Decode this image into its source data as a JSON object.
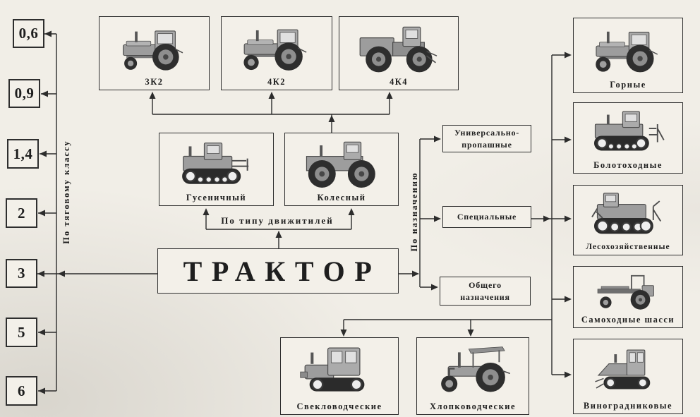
{
  "diagram": {
    "title": "ТРАКТОР",
    "traction_class": {
      "axis_label": "По тяговому классу",
      "classes": [
        "0,6",
        "0,9",
        "1,4",
        "2",
        "3",
        "5",
        "6"
      ]
    },
    "wheel_formulas": [
      {
        "label": "3К2",
        "icon": "tractor-3k2-icon"
      },
      {
        "label": "4К2",
        "icon": "tractor-4k2-icon"
      },
      {
        "label": "4К4",
        "icon": "tractor-4k4-icon"
      }
    ],
    "propulsion": {
      "bracket_label": "По типу движитилей",
      "items": [
        {
          "label": "Гусеничный",
          "icon": "crawler-tractor-icon"
        },
        {
          "label": "Колесный",
          "icon": "wheeled-4wd-tractor-icon"
        }
      ]
    },
    "purpose": {
      "axis_label": "По назначению",
      "items": [
        {
          "line1": "Универсально-",
          "line2": "пропашные"
        },
        {
          "line1": "Специальные",
          "line2": ""
        },
        {
          "line1": "Общего",
          "line2": "назначения"
        }
      ]
    },
    "special_types": [
      {
        "label": "Горные",
        "icon": "mountain-tractor-icon"
      },
      {
        "label": "Болотоходные",
        "icon": "swamp-crawler-icon"
      },
      {
        "label": "Лесохозяйственные",
        "icon": "forestry-crawler-icon"
      },
      {
        "label": "Самоходные шасси",
        "icon": "self-propelled-chassis-icon"
      },
      {
        "label": "Виноградниковые",
        "icon": "vineyard-crawler-icon"
      }
    ],
    "crop_types": [
      {
        "label": "Свекловодческие",
        "icon": "beet-crawler-icon"
      },
      {
        "label": "Хлопководческие",
        "icon": "cotton-tricycle-icon"
      }
    ],
    "colors": {
      "paper": "#f1eee7",
      "ink": "#2c2c2c"
    }
  }
}
